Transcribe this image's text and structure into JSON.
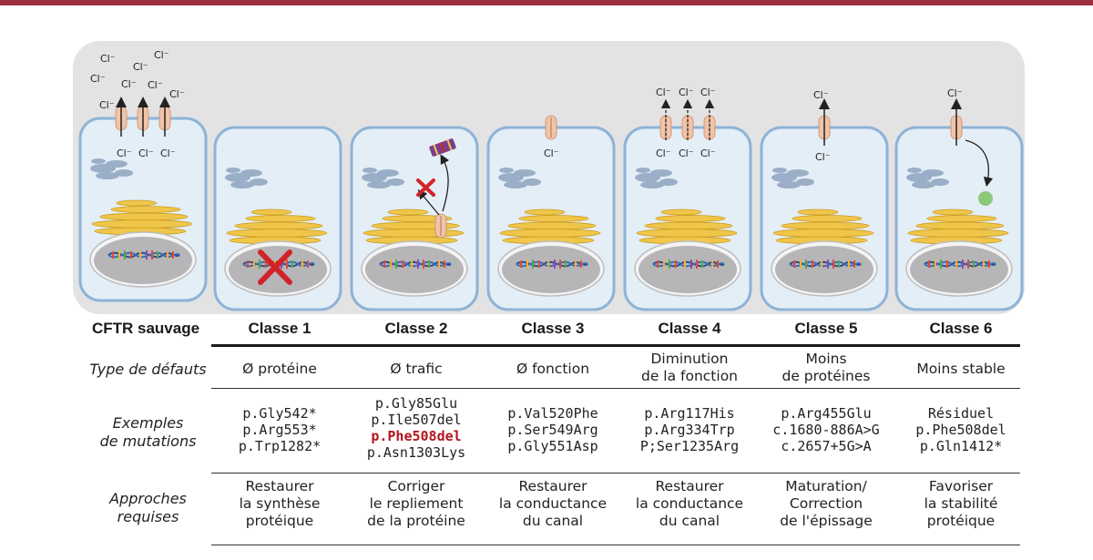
{
  "ion_label": "Cl⁻",
  "colors": {
    "header_bar": "#9c2f3f",
    "panel_bg": "#e3e3e4",
    "cell_fill": "#e4eef7",
    "cell_border": "#8eb3d6",
    "channel": "#f0c4a8",
    "golgi": "#f0c64a",
    "er": "#8fa3bf",
    "nucleus": "#b6b6b8",
    "cross": "#d2232a",
    "degraded": "#8cc87a",
    "highlight_text": "#b3151d"
  },
  "columns": [
    {
      "label": "CFTR sauvage"
    },
    {
      "label": "Classe 1"
    },
    {
      "label": "Classe 2"
    },
    {
      "label": "Classe 3"
    },
    {
      "label": "Classe 4"
    },
    {
      "label": "Classe 5"
    },
    {
      "label": "Classe 6"
    }
  ],
  "rows": {
    "defaults": {
      "label": "Type de défauts",
      "cells": [
        [
          "Ø protéine"
        ],
        [
          "Ø trafic"
        ],
        [
          "Ø fonction"
        ],
        [
          "Diminution",
          "de la fonction"
        ],
        [
          "Moins",
          "de protéines"
        ],
        [
          "Moins stable"
        ]
      ]
    },
    "mutations": {
      "label_lines": [
        "Exemples",
        "de mutations"
      ],
      "cells": [
        [
          "p.Gly542*",
          "p.Arg553*",
          "p.Trp1282*"
        ],
        [
          "p.Gly85Glu",
          "p.Ile507del",
          "p.Phe508del",
          "p.Asn1303Lys"
        ],
        [
          "p.Val520Phe",
          "p.Ser549Arg",
          "p.Gly551Asp"
        ],
        [
          "p.Arg117His",
          "p.Arg334Trp",
          "P;Ser1235Arg"
        ],
        [
          "p.Arg455Glu",
          "c.1680-886A>G",
          "c.2657+5G>A"
        ],
        [
          "Résiduel",
          "p.Phe508del",
          "p.Gln1412*"
        ]
      ]
    },
    "approaches": {
      "label_lines": [
        "Approches",
        "requises"
      ],
      "cells": [
        [
          "Restaurer",
          "la synthèse",
          "protéique"
        ],
        [
          "Corriger",
          "le repliement",
          "de la protéine"
        ],
        [
          "Restaurer",
          "la conductance",
          "du canal"
        ],
        [
          "Restaurer",
          "la conductance",
          "du canal"
        ],
        [
          "Maturation/",
          "Correction",
          "de l'épissage"
        ],
        [
          "Favoriser",
          "la stabilité",
          "protéique"
        ]
      ]
    }
  }
}
